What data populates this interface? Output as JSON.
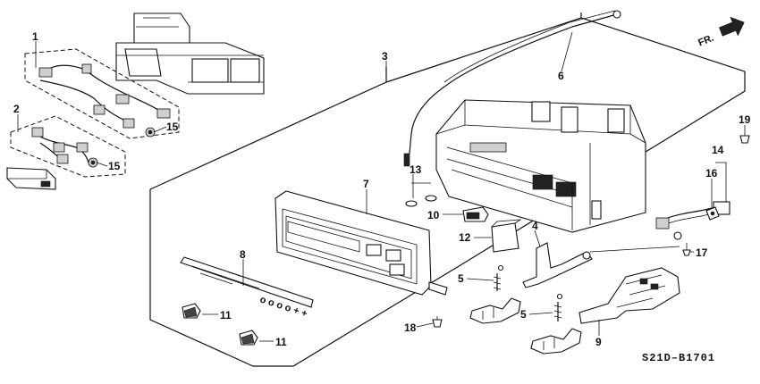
{
  "diagram": {
    "catalog_code": "S21D–B1701",
    "front_indicator": "FR.",
    "callouts": [
      "1",
      "2",
      "3",
      "4",
      "5",
      "5",
      "6",
      "7",
      "8",
      "9",
      "10",
      "11",
      "11",
      "12",
      "13",
      "14",
      "15",
      "15",
      "16",
      "17",
      "18",
      "19"
    ]
  }
}
